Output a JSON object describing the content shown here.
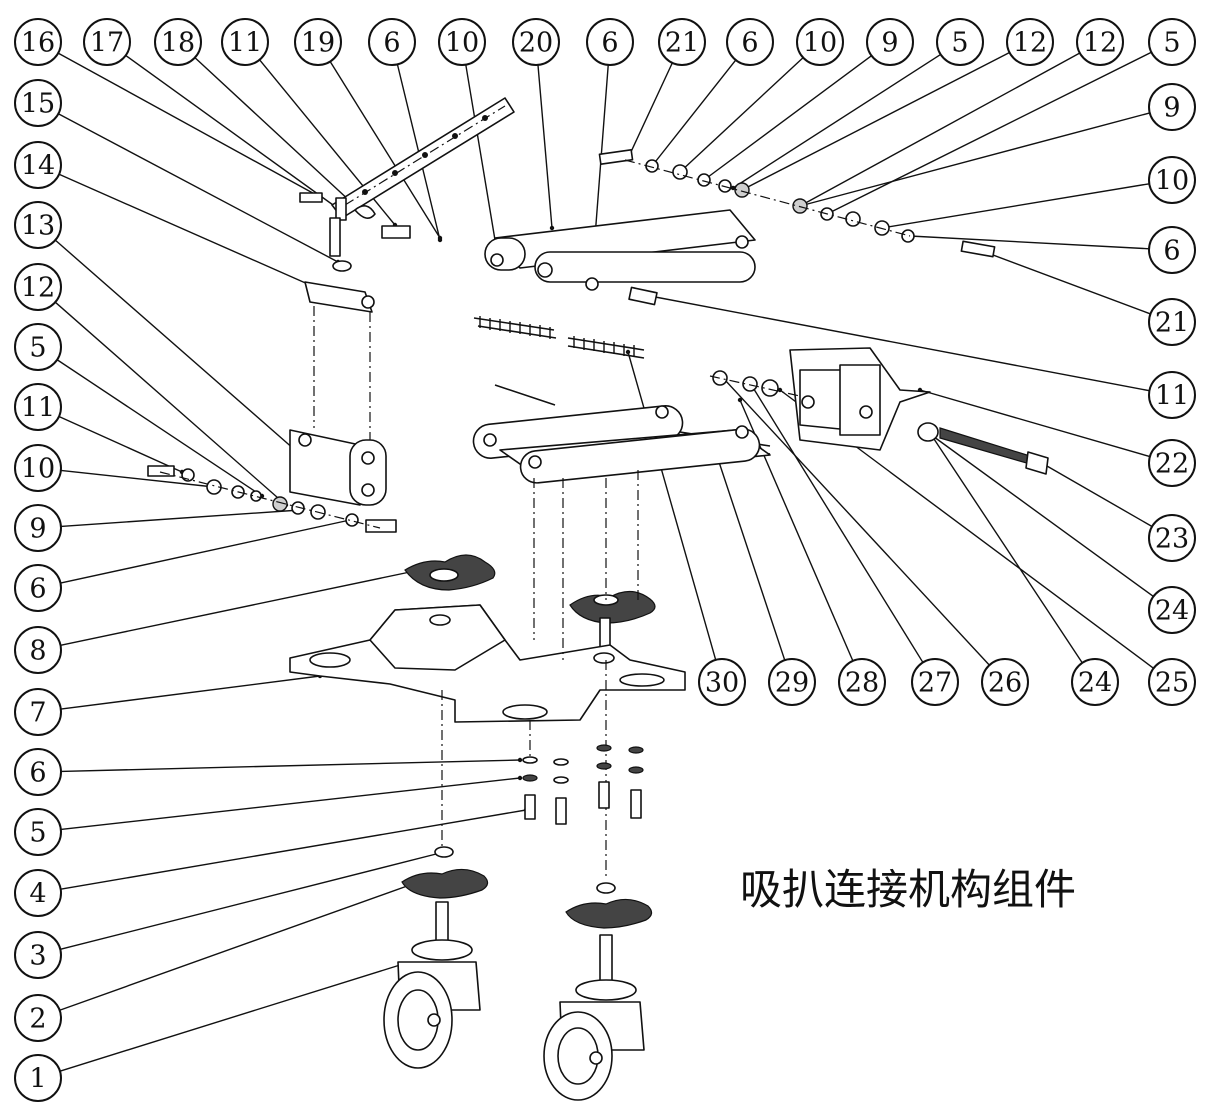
{
  "title": "吸扒连接机构组件",
  "callouts_top": [
    "16",
    "17",
    "18",
    "11",
    "19",
    "6",
    "10",
    "20",
    "6",
    "21",
    "6",
    "10",
    "9",
    "5",
    "12",
    "12",
    "5"
  ],
  "callouts_left": [
    "15",
    "14",
    "13",
    "12",
    "5",
    "11",
    "10",
    "9",
    "6",
    "8",
    "7",
    "6",
    "5",
    "4",
    "3",
    "2",
    "1"
  ],
  "callouts_right": [
    "9",
    "10",
    "6",
    "21",
    "11",
    "22",
    "23",
    "24",
    "25"
  ],
  "callouts_bottom_row": [
    "30",
    "29",
    "28",
    "27",
    "26",
    "24"
  ]
}
